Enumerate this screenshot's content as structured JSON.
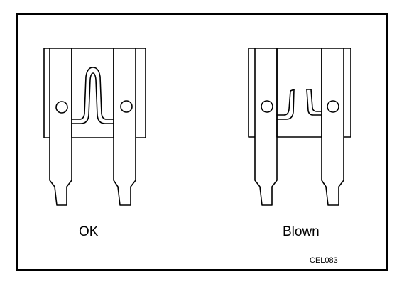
{
  "fuse_ok": {
    "label": "OK"
  },
  "fuse_blown": {
    "label": "Blown"
  },
  "figure_code": "CEL083",
  "colors": {
    "line": "#000000",
    "background": "#ffffff"
  }
}
